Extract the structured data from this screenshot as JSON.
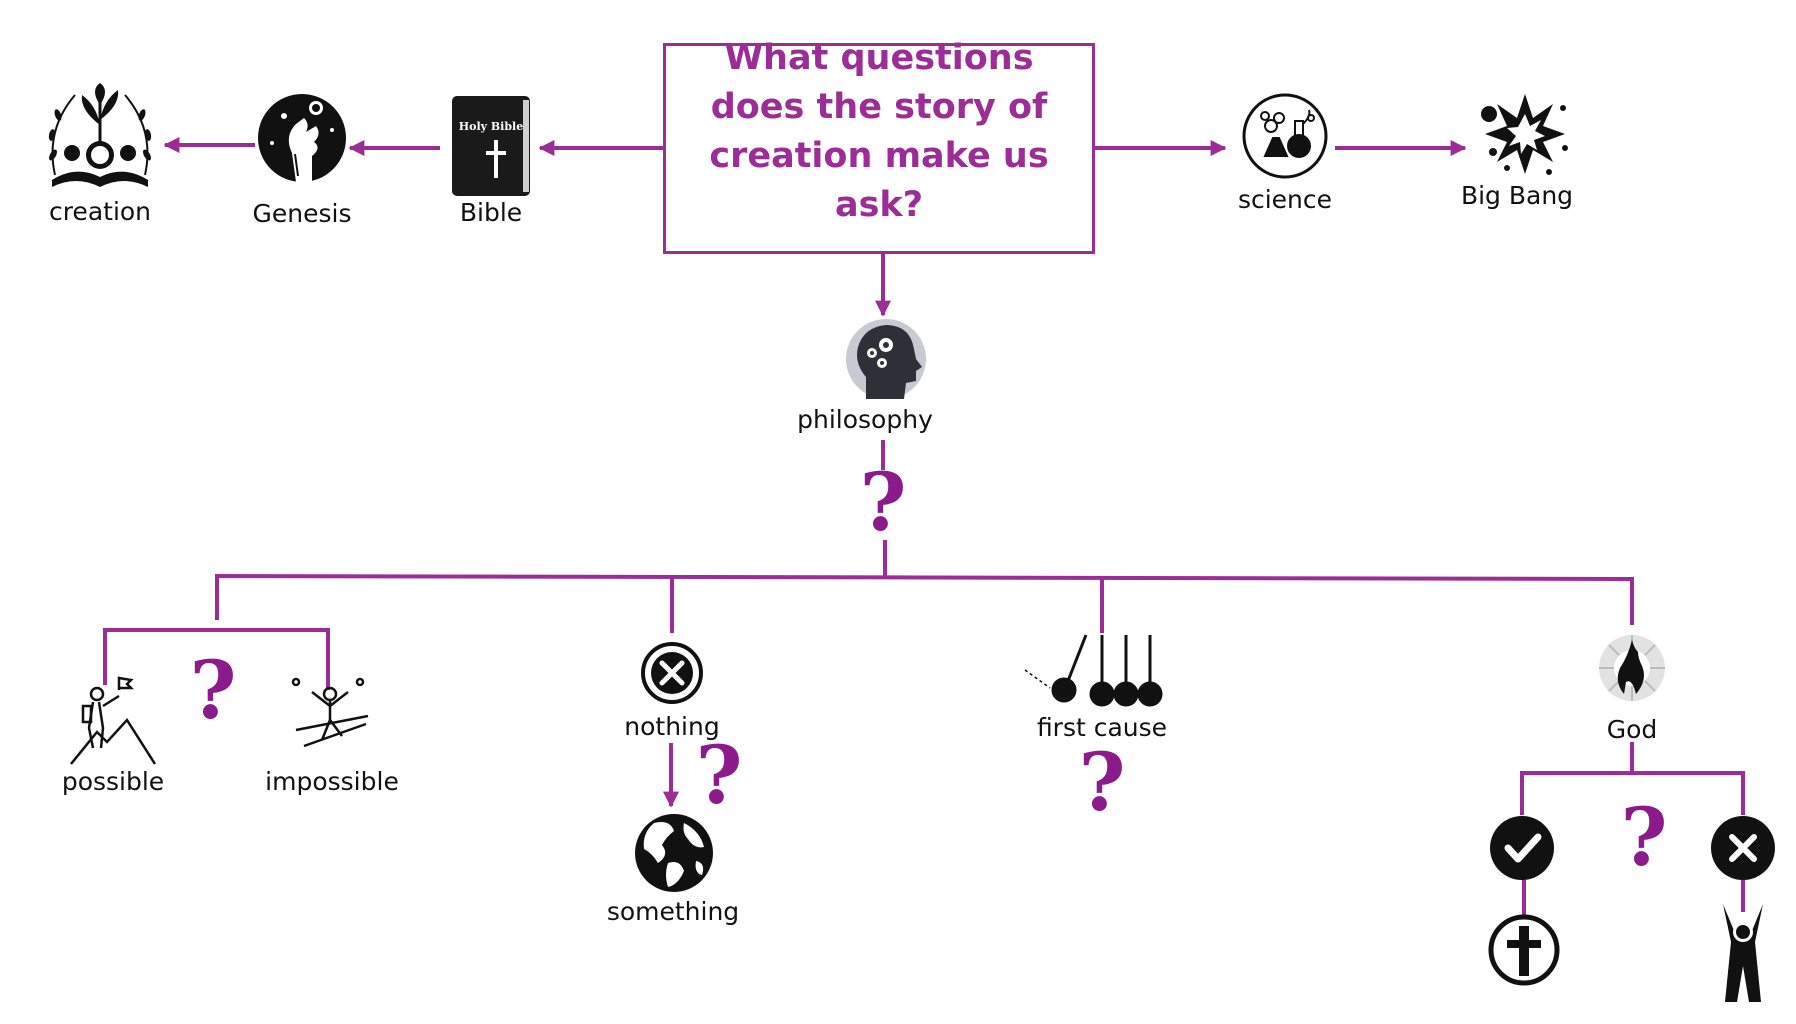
{
  "title": "What questions does the story of creation make us ask?",
  "labels": {
    "creation": "creation",
    "genesis": "Genesis",
    "bible": "Bible",
    "bible_cover": "Holy Bible",
    "science": "science",
    "big_bang": "Big Bang",
    "philosophy": "philosophy",
    "possible": "possible",
    "impossible": "impossible",
    "nothing": "nothing",
    "something": "something",
    "first_cause": "first cause",
    "god": "God"
  },
  "question_mark": "?",
  "colors": {
    "accent": "#9c2c96",
    "question": "#8b1a8b",
    "icon": "#111111"
  }
}
